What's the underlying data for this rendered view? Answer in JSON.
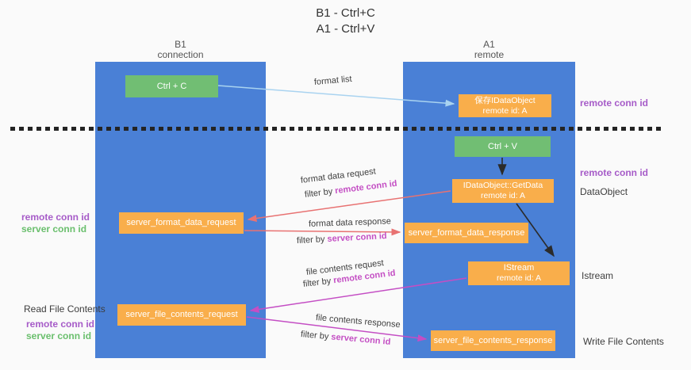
{
  "colors": {
    "background": "#fafafa",
    "lane_blue": "#4a80d6",
    "box_green": "#71be73",
    "box_orange": "#f9ae4b",
    "arrow_light_blue": "#a9d3f0",
    "arrow_salmon": "#e87272",
    "arrow_magenta": "#c44ec4",
    "arrow_black": "#2b2b2b",
    "side_label_purple": "#a65bc8",
    "side_label_green": "#6abf6d",
    "filter_highlight_magenta": "#c44fc4",
    "text_dark": "#3d3d3d"
  },
  "title": {
    "line1": "B1 - Ctrl+C",
    "line2": "A1 - Ctrl+V"
  },
  "lanes": {
    "left": {
      "name": "B1",
      "subtitle": "connection"
    },
    "right": {
      "name": "A1",
      "subtitle": "remote"
    }
  },
  "boxes": {
    "ctrl_c": {
      "label": "Ctrl + C"
    },
    "save_idataobject": {
      "line1": "保存IDataObject",
      "line2": "remote id: A"
    },
    "ctrl_v": {
      "label": "Ctrl + V"
    },
    "getdata": {
      "line1": "IDataObject::GetData",
      "line2": "remote id: A"
    },
    "format_request": {
      "label": "server_format_data_request"
    },
    "format_response": {
      "label": "server_format_data_response"
    },
    "istream": {
      "line1": "IStream",
      "line2": "remote id: A"
    },
    "file_request": {
      "label": "server_file_contents_request"
    },
    "file_response": {
      "label": "server_file_contents_response"
    }
  },
  "flow_labels": {
    "format_list": "format list",
    "format_data_request": "format data request",
    "format_data_response": "format data response",
    "file_contents_request": "file contents request",
    "file_contents_response": "file contents response",
    "filter_by": "filter by ",
    "remote_conn_id": "remote conn id",
    "server_conn_id": "server conn id"
  },
  "side_labels": {
    "remote_conn_id": "remote conn id",
    "server_conn_id": "server conn id",
    "dataobject": "DataObject",
    "istream": "Istream",
    "read_file_contents": "Read File Contents",
    "write_file_contents": "Write File Contents"
  }
}
